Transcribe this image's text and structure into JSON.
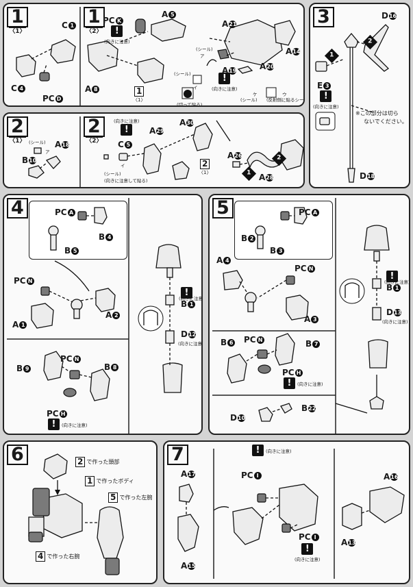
{
  "panel1": {
    "sub1": {
      "num": "1",
      "sub": "〈1〉",
      "labels": {
        "c1": "C",
        "c1n": "1",
        "c4": "C",
        "c4n": "4",
        "pcd": "PC",
        "pcdn": "D"
      }
    },
    "sub2": {
      "num": "1",
      "sub": "〈2〉",
      "labels": {
        "pck": "PC",
        "pckn": "K",
        "a5": "A",
        "a5n": "5",
        "a8": "A",
        "a8n": "8",
        "a21": "A",
        "a21n": "21",
        "a14": "A",
        "a14n": "14",
        "a19": "A",
        "a19n": "19",
        "a20": "A",
        "a20n": "20"
      },
      "warn1": "(向きに注意)",
      "warn2": "(向きに注意)",
      "ref_num": "1",
      "ref_sub": "〈1〉",
      "seal1": "(シール)",
      "seal_a": "ア",
      "seal_b": "イ",
      "seal2": "(シール)",
      "seal_c": "ウ",
      "seal_d": "ケ",
      "seal_e": "ウ",
      "cut_note": "(切って貼る)",
      "rev_note": "(反射側に貼るシール)"
    }
  },
  "panel3": {
    "num": "3",
    "labels": {
      "d16": "D",
      "d16n": "16",
      "e3": "E",
      "e3n": "3",
      "d18": "D",
      "d18n": "18"
    },
    "warn": "(向きに注意)",
    "note1": "※この部分は切ら",
    "note2": "ないでください。",
    "a1": "1",
    "a2": "2"
  },
  "panel2": {
    "sub1": {
      "num": "2",
      "sub": "〈1〉",
      "seal": "(シール)",
      "seal_a": "ア",
      "labels": {
        "a18": "A",
        "a18n": "18",
        "b10": "B",
        "b10n": "10"
      }
    },
    "sub2": {
      "num": "2",
      "sub": "〈2〉",
      "labels": {
        "a30": "A",
        "a30n": "30",
        "c5": "C",
        "c5n": "5",
        "a29": "A",
        "a29n": "29",
        "a26": "A",
        "a26n": "26",
        "a28": "A",
        "a28n": "28"
      },
      "warn": "(向きに注意)",
      "seal": "(シール)",
      "seal_a": "イ",
      "cut_note": "(向きに注意して貼る)",
      "ref_num": "2",
      "ref_sub": "〈1〉",
      "a1": "1",
      "a2": "2"
    }
  },
  "panel4": {
    "num": "4",
    "labels": {
      "pca": "PC",
      "pcan": "A",
      "b4": "B",
      "b4n": "4",
      "b5": "B",
      "b5n": "5",
      "pcn": "PC",
      "pcnn": "N",
      "a2": "A",
      "a2n": "2",
      "a1": "A",
      "a1n": "1",
      "b1": "B",
      "b1n": "1",
      "d12": "D",
      "d12n": "12",
      "b9": "B",
      "b9n": "9",
      "pcn2": "PC",
      "pcn2n": "N",
      "b8": "B",
      "b8n": "8",
      "pch": "PC",
      "pchn": "H"
    },
    "warn1": "(向きに注意)",
    "warn2": "(向きに注意)",
    "warn3": "(向きに注意)"
  },
  "panel5": {
    "num": "5",
    "labels": {
      "pca": "PC",
      "pcan": "A",
      "b2": "B",
      "b2n": "2",
      "b3": "B",
      "b3n": "3",
      "a4": "A",
      "a4n": "4",
      "pcn": "PC",
      "pcnn": "N",
      "a3": "A",
      "a3n": "3",
      "b1": "B",
      "b1n": "1",
      "d13": "D",
      "d13n": "13",
      "b6": "B",
      "b6n": "6",
      "pcn2": "PC",
      "pcn2n": "N",
      "b7": "B",
      "b7n": "7",
      "pch": "PC",
      "pchn": "H",
      "d10": "D",
      "d10n": "10",
      "b22": "B",
      "b22n": "22"
    },
    "warn1": "(向きに注意)",
    "warn2": "(向きに注意)",
    "warn3": "(向きに注意)"
  },
  "panel6": {
    "num": "6",
    "refs": [
      {
        "num": "2",
        "text": "で作った頭部"
      },
      {
        "num": "1",
        "text": "で作ったボディ"
      },
      {
        "num": "5",
        "text": "で作った左腕"
      },
      {
        "num": "4",
        "text": "で作った右腕"
      }
    ]
  },
  "panel7": {
    "num": "7",
    "labels": {
      "a17": "A",
      "a17n": "17",
      "a15": "A",
      "a15n": "15",
      "pc1": "PC",
      "pc1n": "I",
      "pc2": "PC",
      "pc2n": "I",
      "a16": "A",
      "a16n": "16",
      "a13": "A",
      "a13n": "13"
    },
    "warn1": "(向きに注意)",
    "warn2": "(向きに注意)"
  }
}
